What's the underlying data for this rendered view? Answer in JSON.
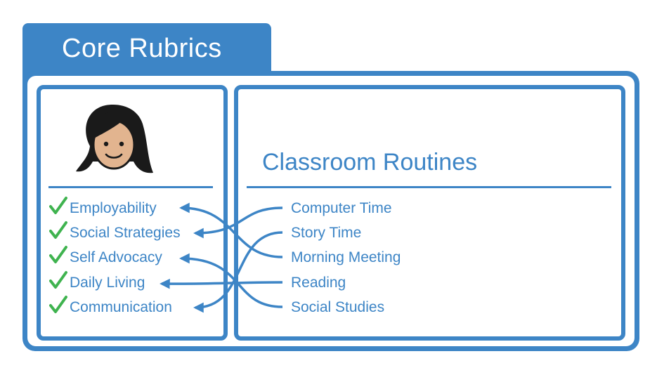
{
  "header": {
    "title": "Core Rubrics"
  },
  "left_panel": {
    "avatar_icon": "student-face-icon",
    "rubrics": [
      {
        "label": "Employability",
        "icon": "green-checkmark-icon"
      },
      {
        "label": "Social Strategies",
        "icon": "green-checkmark-icon"
      },
      {
        "label": "Self Advocacy",
        "icon": "green-checkmark-icon"
      },
      {
        "label": "Daily Living",
        "icon": "green-checkmark-icon"
      },
      {
        "label": "Communication",
        "icon": "green-checkmark-icon"
      }
    ]
  },
  "right_panel": {
    "title": "Classroom Routines",
    "routines": [
      {
        "label": "Computer Time"
      },
      {
        "label": "Story Time"
      },
      {
        "label": "Morning Meeting"
      },
      {
        "label": "Reading"
      },
      {
        "label": "Social Studies"
      }
    ]
  },
  "connections": [
    {
      "from": "Computer Time",
      "to": "Social Strategies"
    },
    {
      "from": "Story Time",
      "to": "Communication"
    },
    {
      "from": "Morning Meeting",
      "to": "Employability"
    },
    {
      "from": "Reading",
      "to": "Daily Living"
    },
    {
      "from": "Social Studies",
      "to": "Self Advocacy"
    }
  ],
  "colors": {
    "accent": "#3d85c6",
    "check": "#3fb34f",
    "skin": "#e2b48f",
    "hair": "#1a1a1a"
  }
}
